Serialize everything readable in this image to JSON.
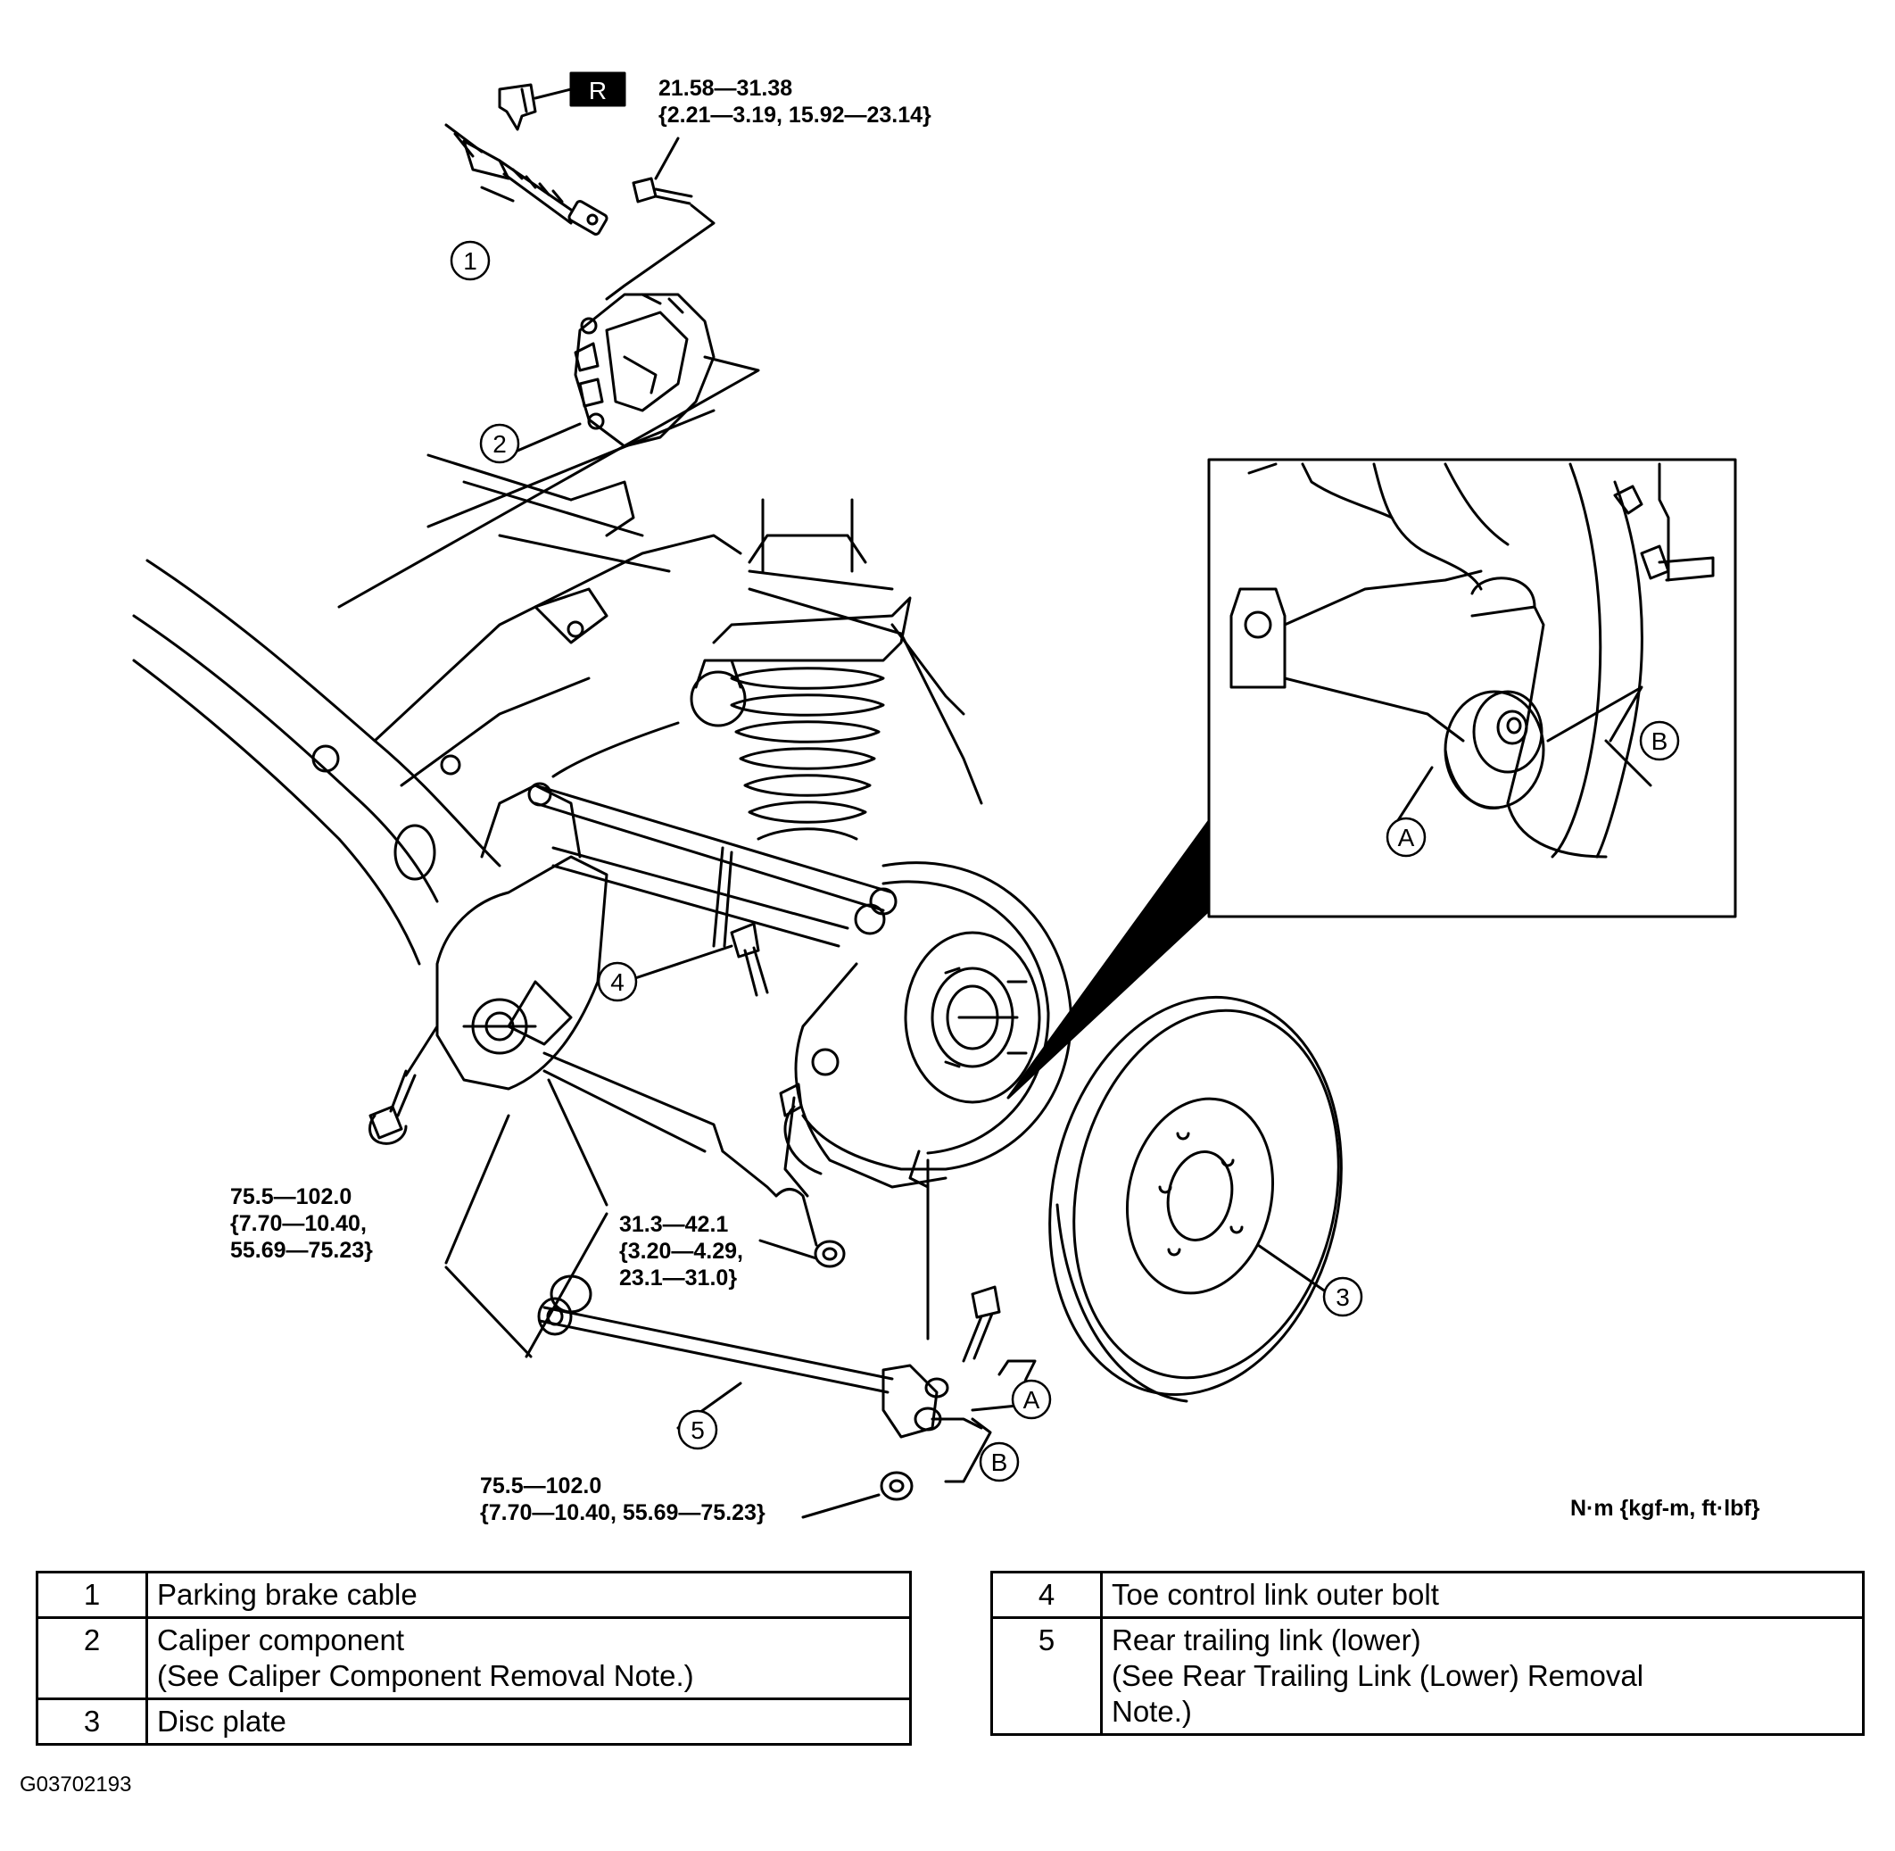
{
  "torque_specs": {
    "cable_bolt": {
      "line1": "21.58—31.38",
      "line2": "{2.21—3.19, 15.92—23.14}"
    },
    "knuckle_bolt": {
      "line1": "75.5—102.0",
      "line2": "{7.70—10.40,",
      "line3": "55.69—75.23}"
    },
    "toe_link_nut": {
      "line1": "31.3—42.1",
      "line2": "{3.20—4.29,",
      "line3": "23.1—31.0}"
    },
    "trailing_link_nut": {
      "line1": "75.5—102.0",
      "line2": "{7.70—10.40, 55.69—75.23}"
    }
  },
  "units_note": "N·m {kgf-m, ft·lbf}",
  "r_badge": "R",
  "callouts": {
    "c1": "1",
    "c2": "2",
    "c3": "3",
    "c4": "4",
    "c5": "5",
    "a": "A",
    "b": "B",
    "inset_a": "A",
    "inset_b": "B"
  },
  "parts_table_left": [
    {
      "num": "1",
      "desc": "Parking brake cable",
      "desc2": ""
    },
    {
      "num": "2",
      "desc": "Caliper component",
      "desc2": "(See Caliper Component Removal Note.)"
    },
    {
      "num": "3",
      "desc": "Disc plate",
      "desc2": ""
    }
  ],
  "parts_table_right": [
    {
      "num": "4",
      "desc": "Toe control link outer bolt",
      "desc2": ""
    },
    {
      "num": "5",
      "desc": "Rear trailing link (lower)",
      "desc2": "(See Rear Trailing Link (Lower) Removal",
      "desc3": "Note.)"
    }
  ],
  "figure_id": "G03702193"
}
